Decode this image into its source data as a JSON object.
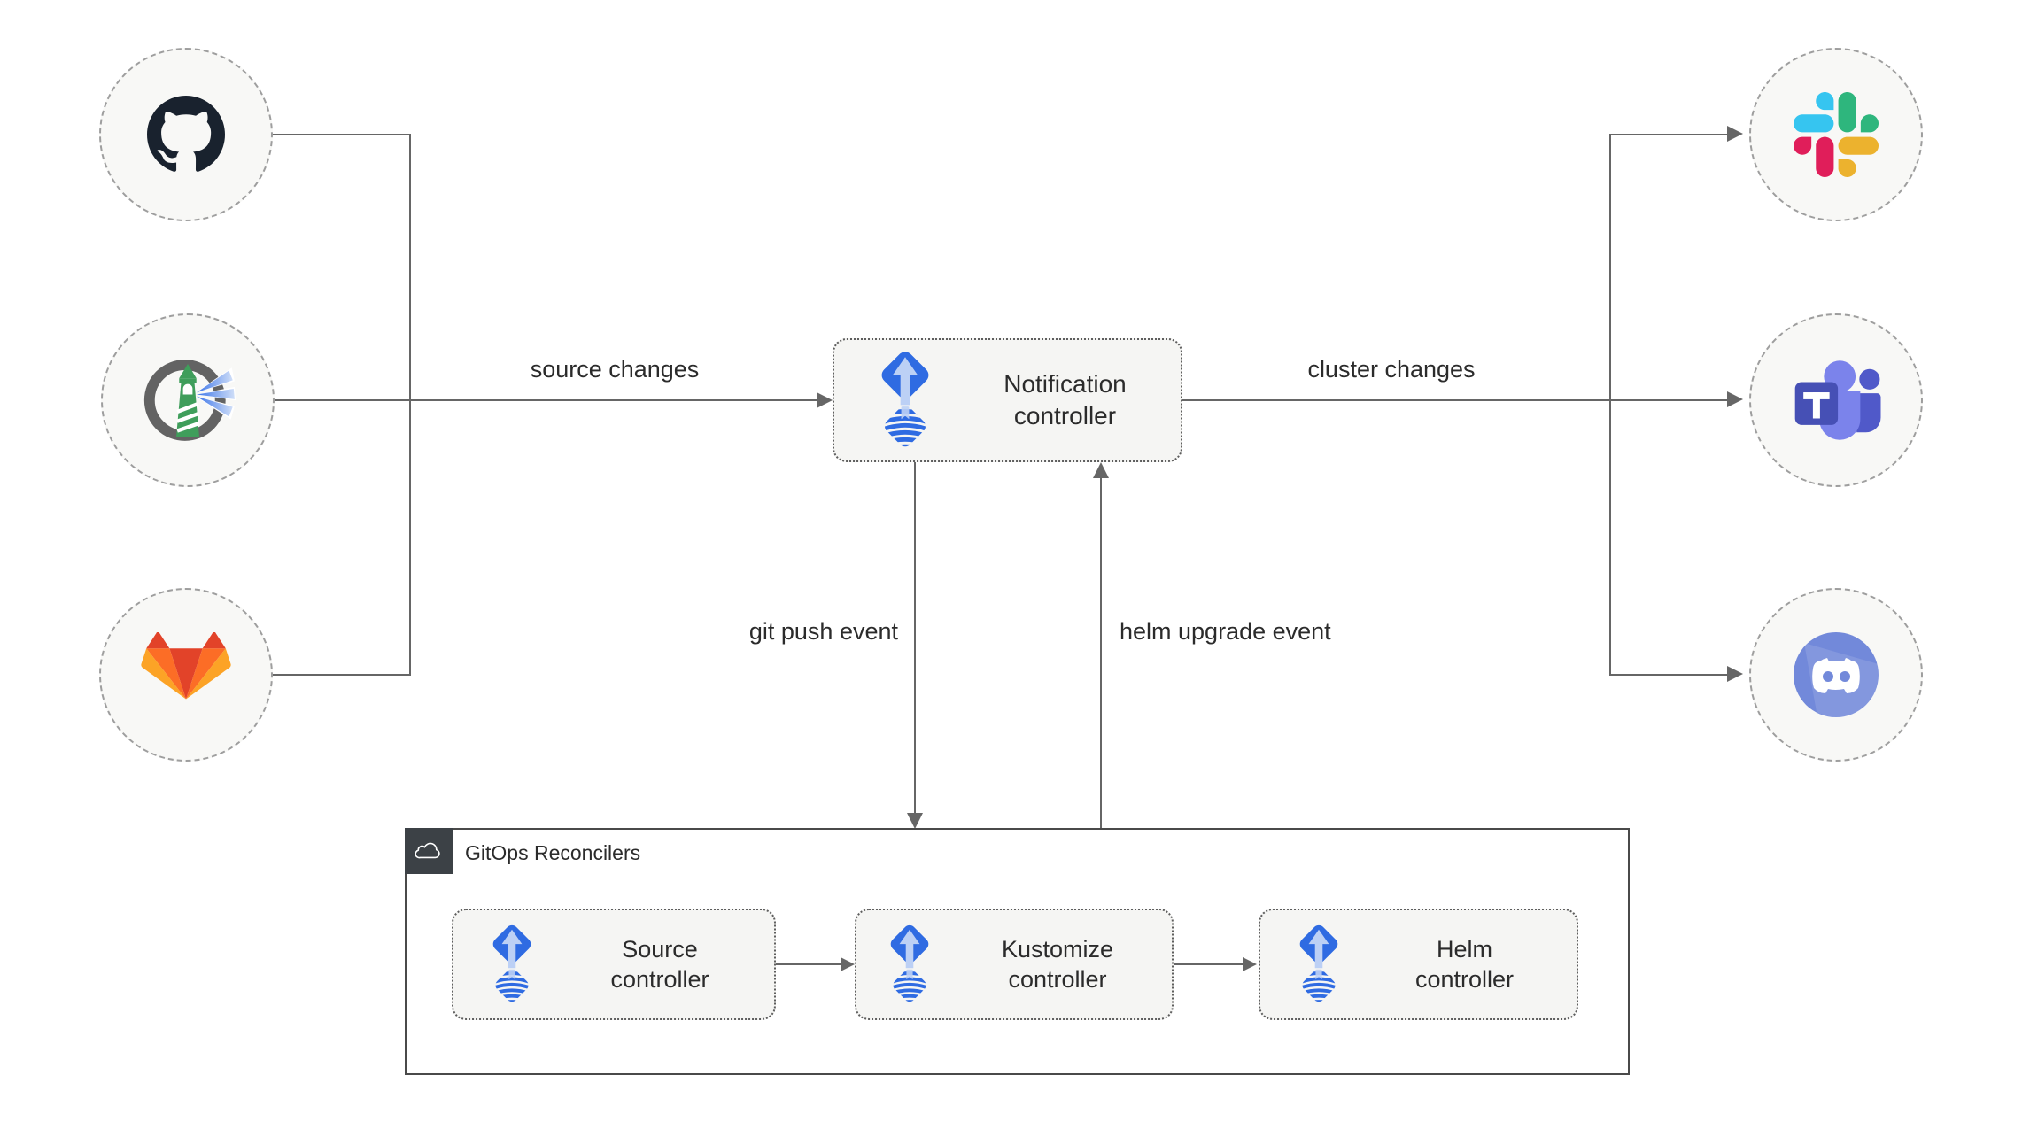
{
  "diagram": {
    "title": "Flux notification controller diagram"
  },
  "colors": {
    "line": "#666666",
    "label": "#2b2b2b",
    "node-bg": "#f8f8f6",
    "node-border": "#9e9e9e",
    "box-bg": "#f5f5f3",
    "box-border": "#5e5e5e",
    "container-border": "#4a4a4a",
    "tab-bg": "#3c4146",
    "flux-blue": "#2f6be2",
    "flux-arrow": "#bcd0f5",
    "slack-blue": "#36C5F0",
    "slack-green": "#2EB67D",
    "slack-red": "#E01E5A",
    "slack-yellow": "#ECB22E",
    "gitlab-red": "#e24329",
    "gitlab-orange": "#fc6d26",
    "gitlab-yellow": "#fca326",
    "github-black": "#19222e",
    "teams-dark": "#4650b5",
    "teams-light": "#7b83eb",
    "teams-mid": "#5059c9",
    "discord-blurple": "#7289da",
    "harbor-gray": "#636363",
    "harbor-green": "#3f9e5b"
  },
  "sources": [
    {
      "id": "github",
      "icon": "github-icon"
    },
    {
      "id": "harbor",
      "icon": "harbor-icon"
    },
    {
      "id": "gitlab",
      "icon": "gitlab-icon"
    }
  ],
  "targets": [
    {
      "id": "slack",
      "icon": "slack-icon"
    },
    {
      "id": "teams",
      "icon": "microsoft-teams-icon"
    },
    {
      "id": "discord",
      "icon": "discord-icon"
    }
  ],
  "notification": {
    "label": "Notification\ncontroller",
    "icon": "flux-icon"
  },
  "edge_labels": {
    "source_changes": "source changes",
    "cluster_changes": "cluster changes",
    "git_push_event": "git push event",
    "helm_upgrade_event": "helm upgrade event"
  },
  "gitops": {
    "title": "GitOps Reconcilers",
    "icon": "cloud-icon",
    "controllers": [
      {
        "label": "Source\ncontroller",
        "icon": "flux-icon"
      },
      {
        "label": "Kustomize\ncontroller",
        "icon": "flux-icon"
      },
      {
        "label": "Helm\ncontroller",
        "icon": "flux-icon"
      }
    ]
  }
}
